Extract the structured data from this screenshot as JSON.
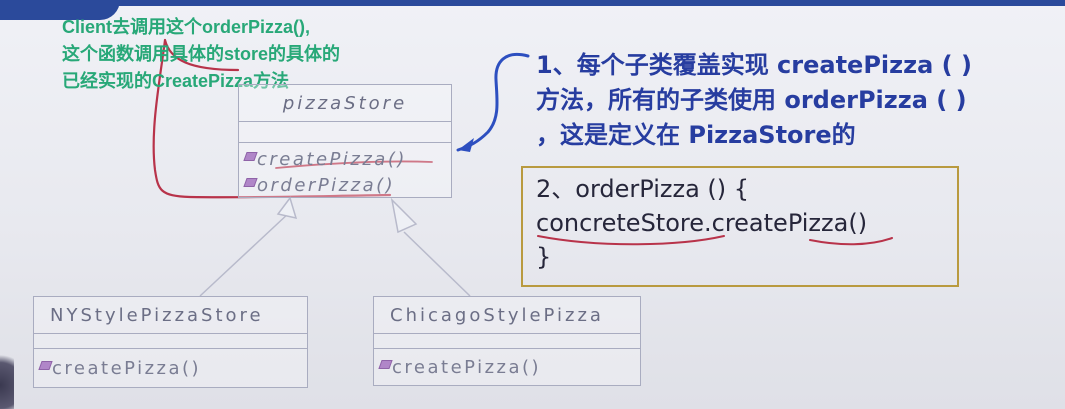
{
  "note": {
    "lines": [
      "Client去调用这个orderPizza(),",
      "这个函数调用具体的store的具体的",
      "已经实现的CreatePizza方法"
    ]
  },
  "classes": {
    "pizza_store": {
      "name": "pizzaStore",
      "operations": [
        "createPizza()",
        "orderPizza()"
      ]
    },
    "ny_store": {
      "name": "NYStylePizzaStore",
      "operations": [
        "createPizza()"
      ]
    },
    "chicago_store": {
      "name": "ChicagoStylePizza",
      "operations": [
        "createPizza()"
      ]
    }
  },
  "description": {
    "lines": [
      "1、每个子类覆盖实现 createPizza ( )",
      "方法，所有的子类使用 orderPizza ( )",
      "，这是定义在 PizzaStore的"
    ]
  },
  "code": {
    "lines": [
      "2、orderPizza () {",
      "concreteStore.createPizza()",
      "}"
    ]
  },
  "colors": {
    "note_text": "#28a878",
    "description_text": "#273da0",
    "annotation_ink": "#b8334a",
    "code_border": "#b99a3f",
    "uml_border": "#a9acc0"
  }
}
